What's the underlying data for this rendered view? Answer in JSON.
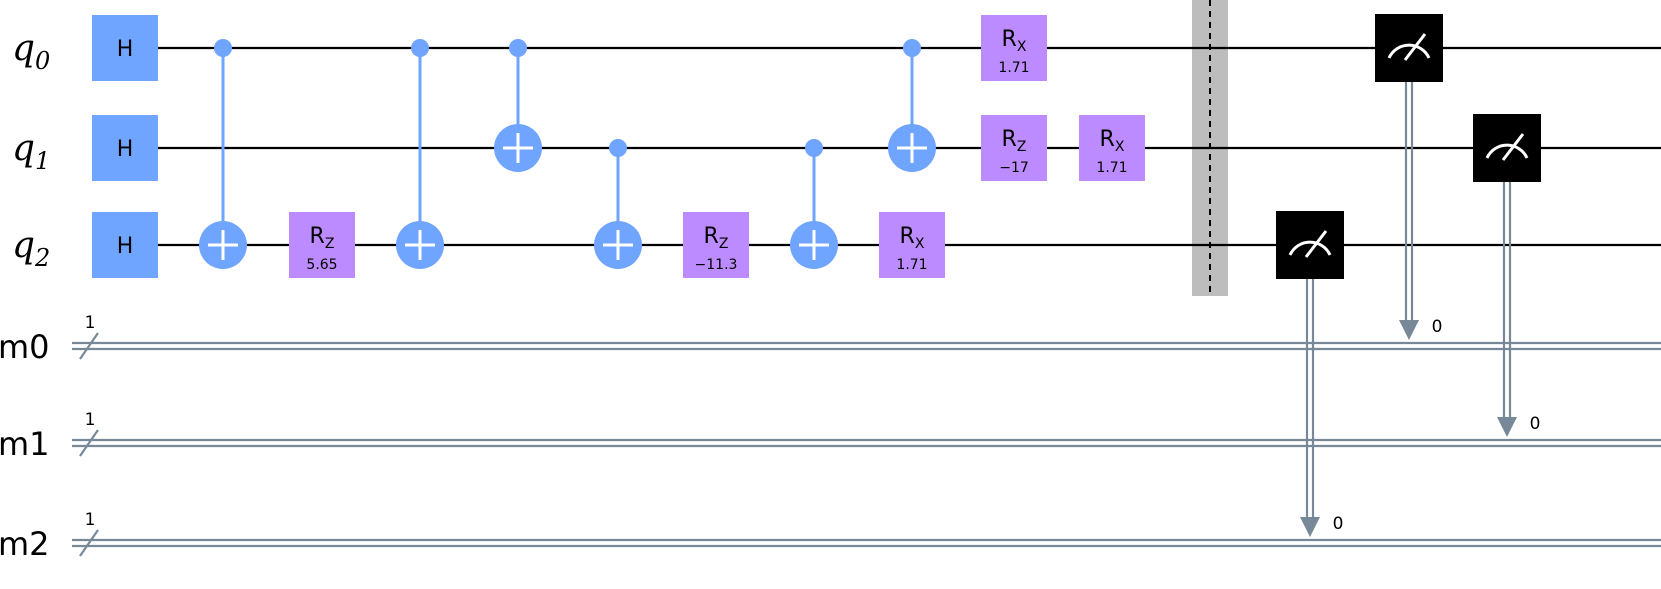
{
  "colors": {
    "hadamard": "#6FA4FF",
    "rotation": "#BB8BFF",
    "control": "#6FA4FF",
    "measure": "#000000",
    "classical": "#778899",
    "barrier": "#BDBDBD"
  },
  "qubits": [
    {
      "base": "q",
      "index": "0"
    },
    {
      "base": "q",
      "index": "1"
    },
    {
      "base": "q",
      "index": "2"
    }
  ],
  "clbits": [
    {
      "label": "m0",
      "width": "1"
    },
    {
      "label": "m1",
      "width": "1"
    },
    {
      "label": "m2",
      "width": "1"
    }
  ],
  "gates": [
    {
      "name": "H",
      "sub": "",
      "param": "",
      "qubit": 0,
      "col": 0
    },
    {
      "name": "H",
      "sub": "",
      "param": "",
      "qubit": 1,
      "col": 0
    },
    {
      "name": "H",
      "sub": "",
      "param": "",
      "qubit": 2,
      "col": 0
    },
    {
      "name": "R",
      "sub": "Z",
      "param": "5.65",
      "qubit": 2,
      "col": 2
    },
    {
      "name": "R",
      "sub": "Z",
      "param": "−11.3",
      "qubit": 2,
      "col": 6
    },
    {
      "name": "R",
      "sub": "X",
      "param": "1.71",
      "qubit": 2,
      "col": 8
    },
    {
      "name": "R",
      "sub": "X",
      "param": "1.71",
      "qubit": 0,
      "col": 9
    },
    {
      "name": "R",
      "sub": "Z",
      "param": "−17",
      "qubit": 1,
      "col": 9
    },
    {
      "name": "R",
      "sub": "X",
      "param": "1.71",
      "qubit": 1,
      "col": 10
    }
  ],
  "cnots": [
    {
      "control": 0,
      "target": 2,
      "col": 1
    },
    {
      "control": 0,
      "target": 2,
      "col": 3
    },
    {
      "control": 0,
      "target": 1,
      "col": 4
    },
    {
      "control": 1,
      "target": 2,
      "col": 5
    },
    {
      "control": 1,
      "target": 2,
      "col": 7
    },
    {
      "control": 0,
      "target": 1,
      "col": 8
    }
  ],
  "barrier": {
    "col": 11
  },
  "measurements": [
    {
      "qubit": 2,
      "clbit": 2,
      "col": 12,
      "bit_label": "0"
    },
    {
      "qubit": 0,
      "clbit": 0,
      "col": 13,
      "bit_label": "0"
    },
    {
      "qubit": 1,
      "clbit": 1,
      "col": 14,
      "bit_label": "0"
    }
  ]
}
